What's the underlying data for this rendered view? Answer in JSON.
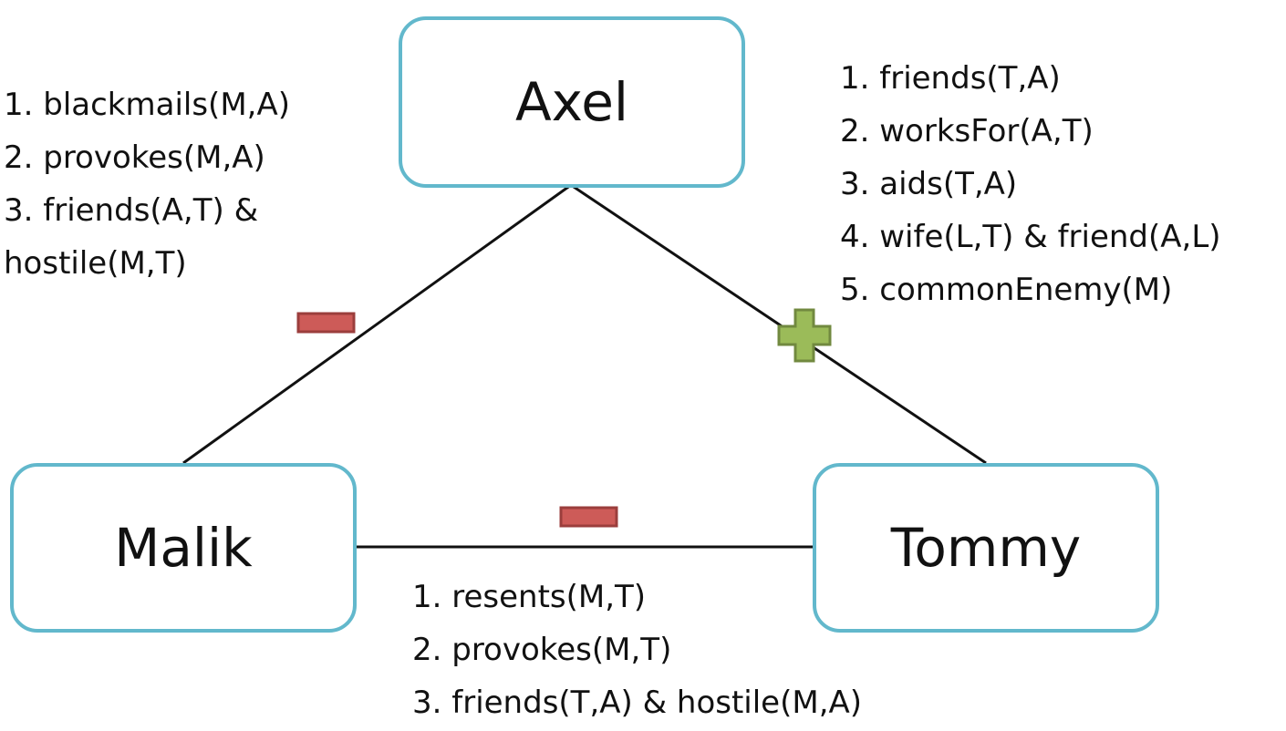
{
  "nodes": {
    "axel": "Axel",
    "malik": "Malik",
    "tommy": "Tommy"
  },
  "edges": {
    "axel_malik": {
      "sign": "negative",
      "relations": [
        "1. blackmails(M,A)",
        "2. provokes(M,A)",
        "3. friends(A,T) &",
        "hostile(M,T)"
      ]
    },
    "axel_tommy": {
      "sign": "positive",
      "relations": [
        "1. friends(T,A)",
        "2. worksFor(A,T)",
        "3. aids(T,A)",
        "4. wife(L,T) & friend(A,L)",
        "5. commonEnemy(M)"
      ]
    },
    "malik_tommy": {
      "sign": "negative",
      "relations": [
        "1. resents(M,T)",
        "2. provokes(M,T)",
        "3. friends(T,A) & hostile(M,A)"
      ]
    }
  },
  "colors": {
    "node_border": "#62b8cc",
    "negative_fill": "#cd5b58",
    "negative_stroke": "#9b3e3c",
    "positive_fill": "#9bbb59",
    "positive_stroke": "#71893f",
    "edge_line": "#111111"
  }
}
